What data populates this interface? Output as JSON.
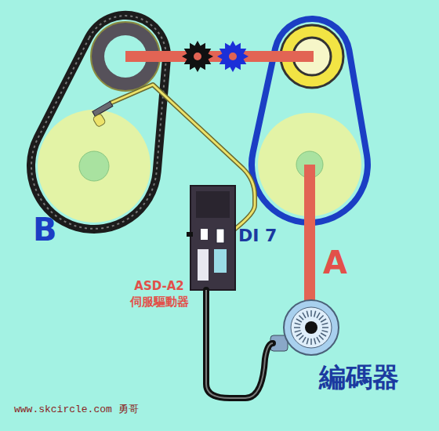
{
  "diagram": {
    "nodes": [
      {
        "text": [
          "ASD-A2 伺服驅動器"
        ]
      },
      {
        "text": [
          "編碼器"
        ]
      }
    ],
    "edges": [
      {
        "from": 0,
        "to": 1,
        "arrow": "none"
      }
    ],
    "labels": [
      "B",
      "A",
      "DI 7",
      "www.skcircle.com 勇哥"
    ]
  }
}
